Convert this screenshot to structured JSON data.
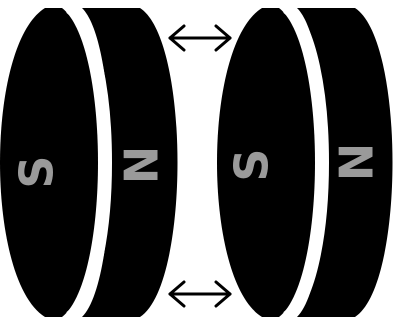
{
  "colors": {
    "background": "#ffffff",
    "magnet_body": "#000000",
    "magnet_gap": "#ffffff",
    "pole_label": "#9a9a9a",
    "arrow": "#000000"
  },
  "magnets": [
    {
      "left_pole": "S",
      "right_pole": "N"
    },
    {
      "left_pole": "S",
      "right_pole": "N"
    }
  ],
  "arrows": [
    {
      "type": "double-headed",
      "icon": "double-arrow-icon"
    },
    {
      "type": "double-headed",
      "icon": "double-arrow-icon"
    }
  ]
}
